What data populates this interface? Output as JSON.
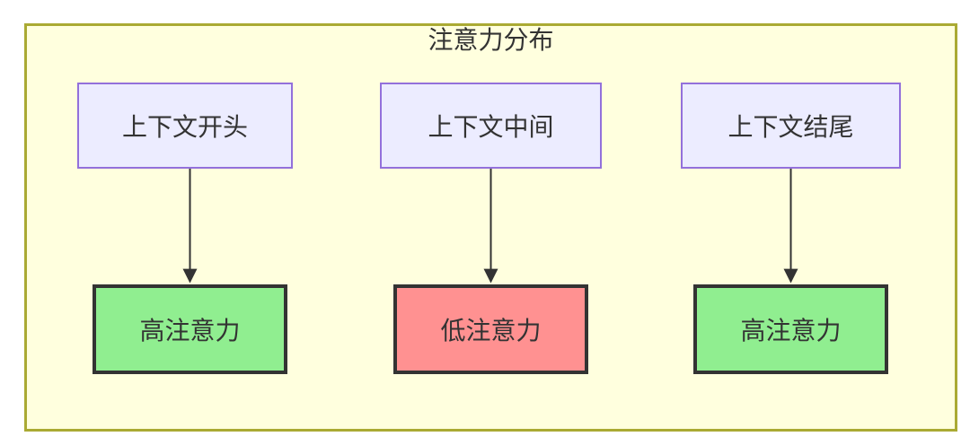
{
  "diagram": {
    "title": "注意力分布",
    "colors": {
      "canvas-bg": "#ffffff",
      "cluster-fill": "#ffffde",
      "cluster-border": "#aaaa33",
      "node-fill": "#ececff",
      "node-border": "#9370db",
      "high-fill": "#90ee90",
      "low-fill": "#ff9191",
      "result-border": "#333333",
      "edge": "#333333",
      "text": "#333333"
    },
    "top_nodes": [
      {
        "label": "上下文开头"
      },
      {
        "label": "上下文中间"
      },
      {
        "label": "上下文结尾"
      }
    ],
    "bottom_nodes": [
      {
        "label": "高注意力",
        "level": "high"
      },
      {
        "label": "低注意力",
        "level": "low"
      },
      {
        "label": "高注意力",
        "level": "high"
      }
    ],
    "edges": [
      {
        "from": "上下文开头",
        "to": "高注意力"
      },
      {
        "from": "上下文中间",
        "to": "低注意力"
      },
      {
        "from": "上下文结尾",
        "to": "高注意力"
      }
    ]
  }
}
